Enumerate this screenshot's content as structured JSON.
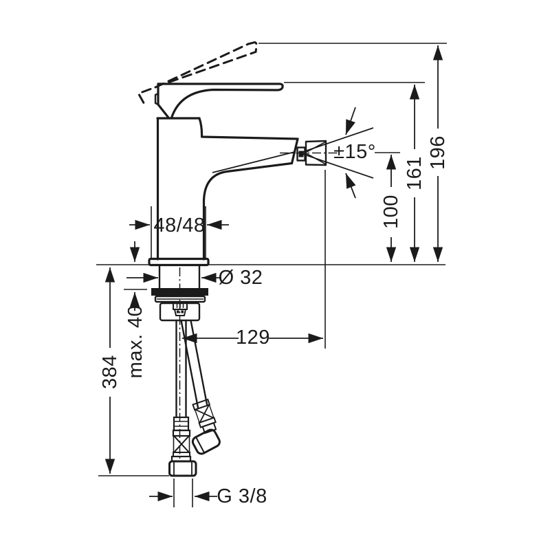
{
  "document": {
    "title": "Single-lever bidet mixer — technical dimension drawing",
    "background_color": "#ffffff",
    "line_color": "#1b1b1b"
  },
  "dimensions": {
    "total_height": "196",
    "height_to_handle": "161",
    "spout_outlet_height": "100",
    "aerator_swivel_angle": "±15°",
    "body_cross_section": "48/48",
    "mounting_hole_diameter": "Ø 32",
    "max_mounting_thickness": "max. 40",
    "hose_clearance_length": "384",
    "spout_reach": "129",
    "connection_thread": "G 3/8"
  }
}
